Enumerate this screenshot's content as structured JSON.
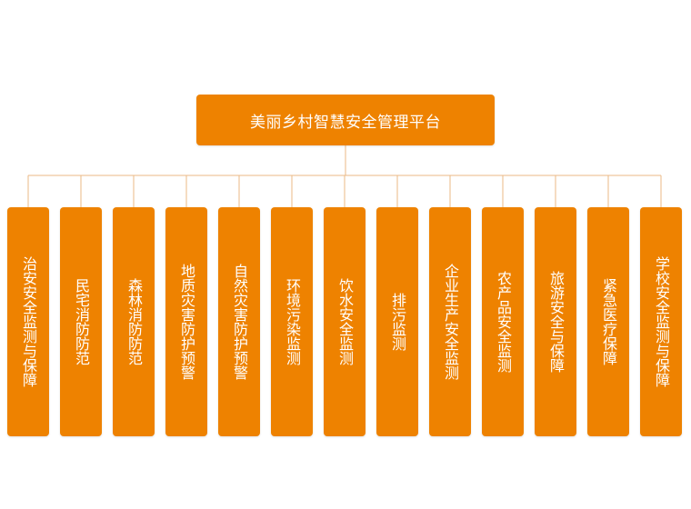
{
  "colors": {
    "box_fill": "#EE8200",
    "connector": "#EBB984",
    "text": "#FFFFFF"
  },
  "root": {
    "label": "美丽乡村智慧安全管理平台"
  },
  "children": [
    {
      "label": "治安安全监测与保障"
    },
    {
      "label": "民宅消防防范"
    },
    {
      "label": "森林消防防范"
    },
    {
      "label": "地质灾害防护预警"
    },
    {
      "label": "自然灾害防护预警"
    },
    {
      "label": "环境污染监测"
    },
    {
      "label": "饮水安全监测"
    },
    {
      "label": "排污监测"
    },
    {
      "label": "企业生产安全监测"
    },
    {
      "label": "农产品安全监测"
    },
    {
      "label": "旅游安全与保障"
    },
    {
      "label": "紧急医疗保障"
    },
    {
      "label": "学校安全监测与保障"
    }
  ]
}
